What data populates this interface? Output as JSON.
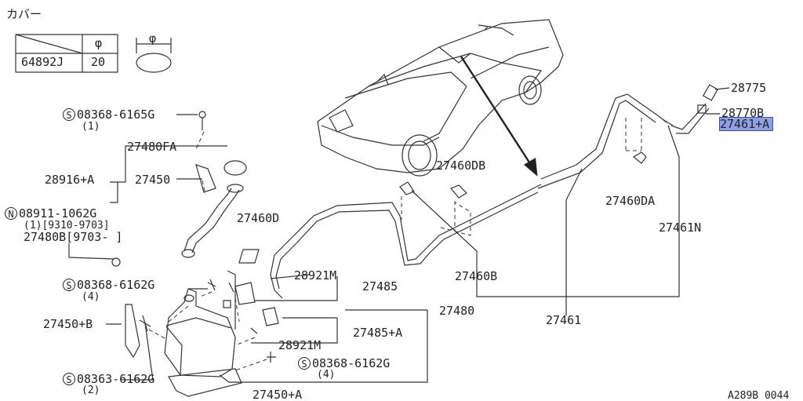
{
  "cover_table": {
    "title": "カバー",
    "header_symbol": "φ",
    "part_no": "64892J",
    "diameter": "20",
    "dim_symbol": "φ"
  },
  "callouts": {
    "p28775": "28775",
    "p28770B": "28770B",
    "p27461A": "27461+A",
    "p27460DA": "27460DA",
    "p27461N": "27461N",
    "p27460DB": "27460DB",
    "p27460B": "27460B",
    "p27461": "27461",
    "p27480": "27480",
    "p27485": "27485",
    "p27485A": "27485+A",
    "p28921M_top": "28921M",
    "p28921M_bot": "28921M",
    "p27460D": "27460D",
    "p27480FA": "27480FA",
    "p27450": "27450",
    "p28916A": "28916+A",
    "p27450B": "27450+B",
    "p27450A": "27450+A"
  },
  "bolts": {
    "b1_code": "S",
    "b1_part": "08368-6165G",
    "b1_qty": "(1)",
    "nut_code": "N",
    "nut_part": "08911-1062G",
    "nut_note1": "(1)[9310-9703]",
    "nut_note2": "27480B[9703-     ]",
    "b2_code": "S",
    "b2_part": "08368-6162G",
    "b2_qty": "(4)",
    "b3_code": "S",
    "b3_part": "08368-6162G",
    "b3_qty": "(4)",
    "b4_code": "S",
    "b4_part": "08363-6162G",
    "b4_qty": "(2)"
  },
  "figure_code": "A289B 0044",
  "highlight_color": "#8ea0e6"
}
